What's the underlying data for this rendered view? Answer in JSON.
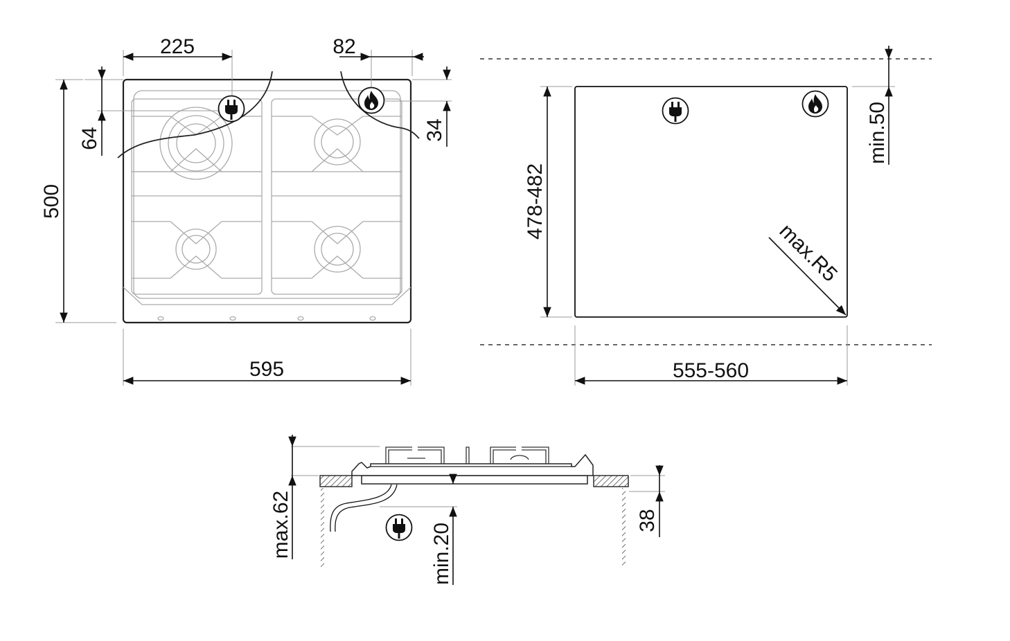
{
  "top_view": {
    "dim_width": "595",
    "dim_depth": "500",
    "dim_plug_x": "225",
    "dim_plug_y": "64",
    "dim_gas_x": "82",
    "dim_gas_y": "34",
    "icons": [
      "plug-icon",
      "gas-flame-icon"
    ]
  },
  "cutout_view": {
    "dim_width": "555-560",
    "dim_depth": "478-482",
    "dim_back_clearance": "min.50",
    "dim_radius": "max.R5",
    "icons": [
      "plug-icon",
      "gas-flame-icon"
    ]
  },
  "section_view": {
    "dim_height": "max.62",
    "dim_below": "min.20",
    "dim_worktop": "38",
    "icons": [
      "plug-icon"
    ]
  }
}
